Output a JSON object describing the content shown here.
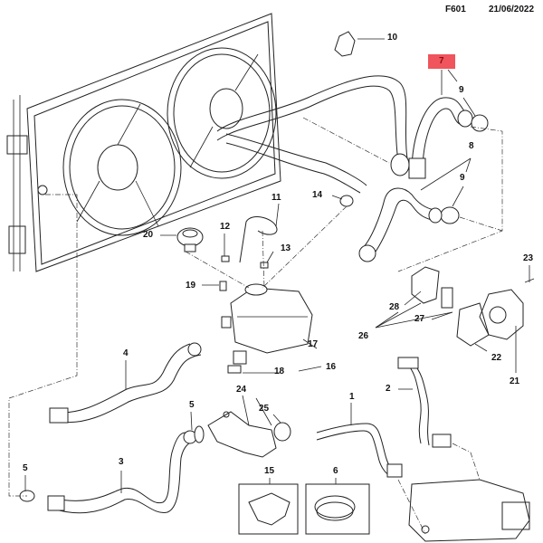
{
  "header": {
    "code": "F601",
    "date": "21/06/2022"
  },
  "highlight_color": "#f0545c",
  "callouts": [
    {
      "id": "7",
      "label": "7",
      "highlighted": true
    },
    {
      "id": "10",
      "label": "10"
    },
    {
      "id": "9a",
      "label": "9"
    },
    {
      "id": "8",
      "label": "8"
    },
    {
      "id": "9b",
      "label": "9"
    },
    {
      "id": "11",
      "label": "11"
    },
    {
      "id": "14",
      "label": "14"
    },
    {
      "id": "12",
      "label": "12"
    },
    {
      "id": "20",
      "label": "20"
    },
    {
      "id": "13",
      "label": "13"
    },
    {
      "id": "19",
      "label": "19"
    },
    {
      "id": "23",
      "label": "23"
    },
    {
      "id": "28",
      "label": "28"
    },
    {
      "id": "27",
      "label": "27"
    },
    {
      "id": "26",
      "label": "26"
    },
    {
      "id": "17",
      "label": "17"
    },
    {
      "id": "22",
      "label": "22"
    },
    {
      "id": "21",
      "label": "21"
    },
    {
      "id": "4",
      "label": "4"
    },
    {
      "id": "18",
      "label": "18"
    },
    {
      "id": "16",
      "label": "16"
    },
    {
      "id": "2",
      "label": "2"
    },
    {
      "id": "24",
      "label": "24"
    },
    {
      "id": "5a",
      "label": "5"
    },
    {
      "id": "25",
      "label": "25"
    },
    {
      "id": "1",
      "label": "1"
    },
    {
      "id": "3",
      "label": "3"
    },
    {
      "id": "5b",
      "label": "5"
    },
    {
      "id": "15",
      "label": "15"
    },
    {
      "id": "6",
      "label": "6"
    }
  ],
  "parts": {
    "radiator": "radiator-fan-assembly",
    "expansion_tank": "expansion-tank",
    "water_pump": "water-pump",
    "oil_cooler": "oil-cooler-housing",
    "thermostat": "thermostat-housing"
  }
}
